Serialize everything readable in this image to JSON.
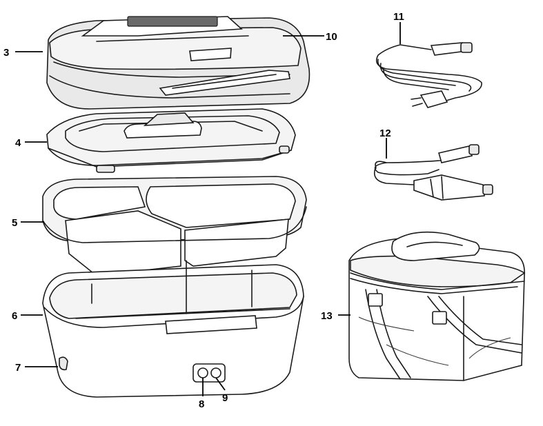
{
  "callouts": {
    "c3": "3",
    "c4": "4",
    "c5": "5",
    "c6": "6",
    "c7": "7",
    "c8": "8",
    "c9": "9",
    "c10": "10",
    "c11": "11",
    "c12": "12",
    "c13": "13"
  }
}
